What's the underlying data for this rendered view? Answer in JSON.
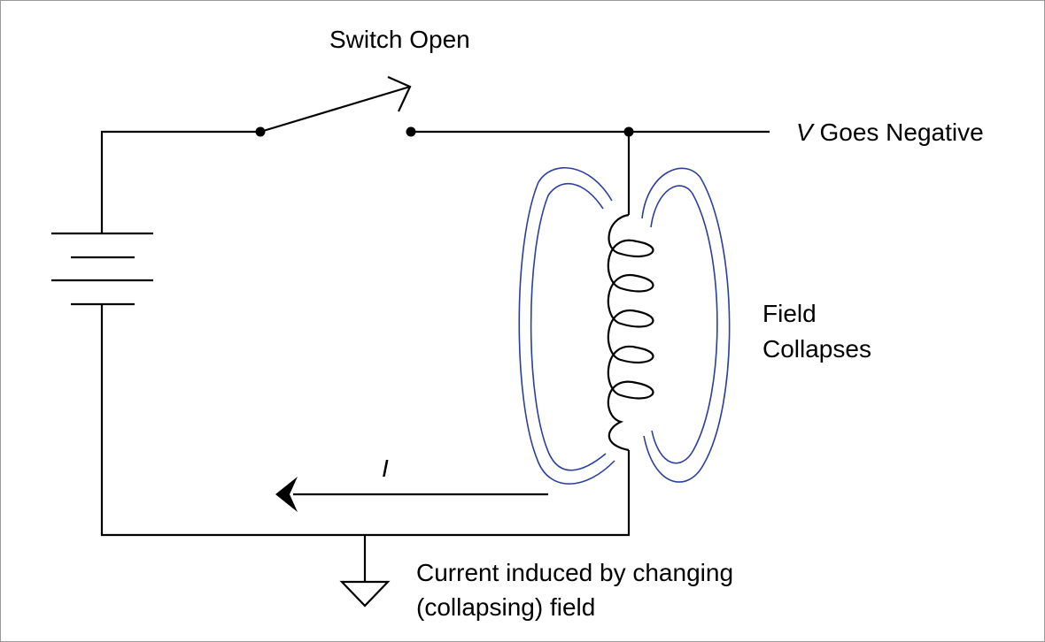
{
  "switch_label": "Switch Open",
  "voltage": {
    "symbol": "V",
    "text": "Goes Negative"
  },
  "field_label": {
    "line1": "Field",
    "line2": "Collapses"
  },
  "current_symbol": "I",
  "current_note": {
    "line1": "Current induced by changing",
    "line2": "(collapsing) field"
  },
  "colors": {
    "wire": "#000000",
    "field_lines": "#2b3f9e",
    "background": "#ffffff"
  },
  "icons": [
    "battery-icon",
    "switch-icon",
    "inductor-coil-icon",
    "ground-icon",
    "current-arrow-icon"
  ]
}
